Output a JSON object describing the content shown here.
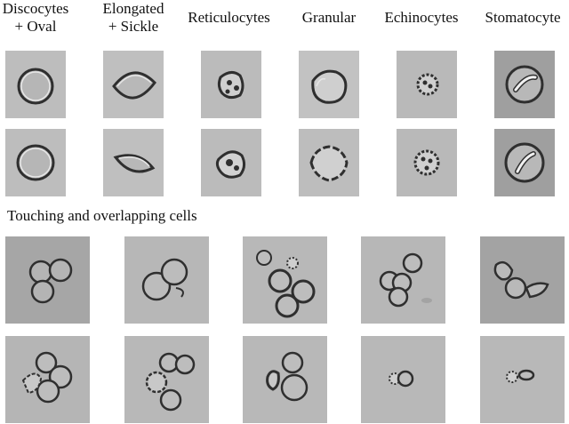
{
  "columns": [
    {
      "label": "Discocytes\n+ Oval",
      "icon": "discocyte-oval-cell"
    },
    {
      "label": "Elongated\n+ Sickle",
      "icon": "elongated-sickle-cell"
    },
    {
      "label": "Reticulocytes",
      "icon": "reticulocyte-cell"
    },
    {
      "label": "Granular",
      "icon": "granular-cell"
    },
    {
      "label": "Echinocytes",
      "icon": "echinocyte-cell"
    },
    {
      "label": "Stomatocyte",
      "icon": "stomatocyte-cell"
    }
  ],
  "section_title": "Touching and overlapping cells",
  "colors": {
    "tile_background": "#bdbdbd",
    "tile_background_dark": "#a8a8a8",
    "cell_edge": "#2f2f2f",
    "cell_highlight": "#e6e6e6"
  }
}
